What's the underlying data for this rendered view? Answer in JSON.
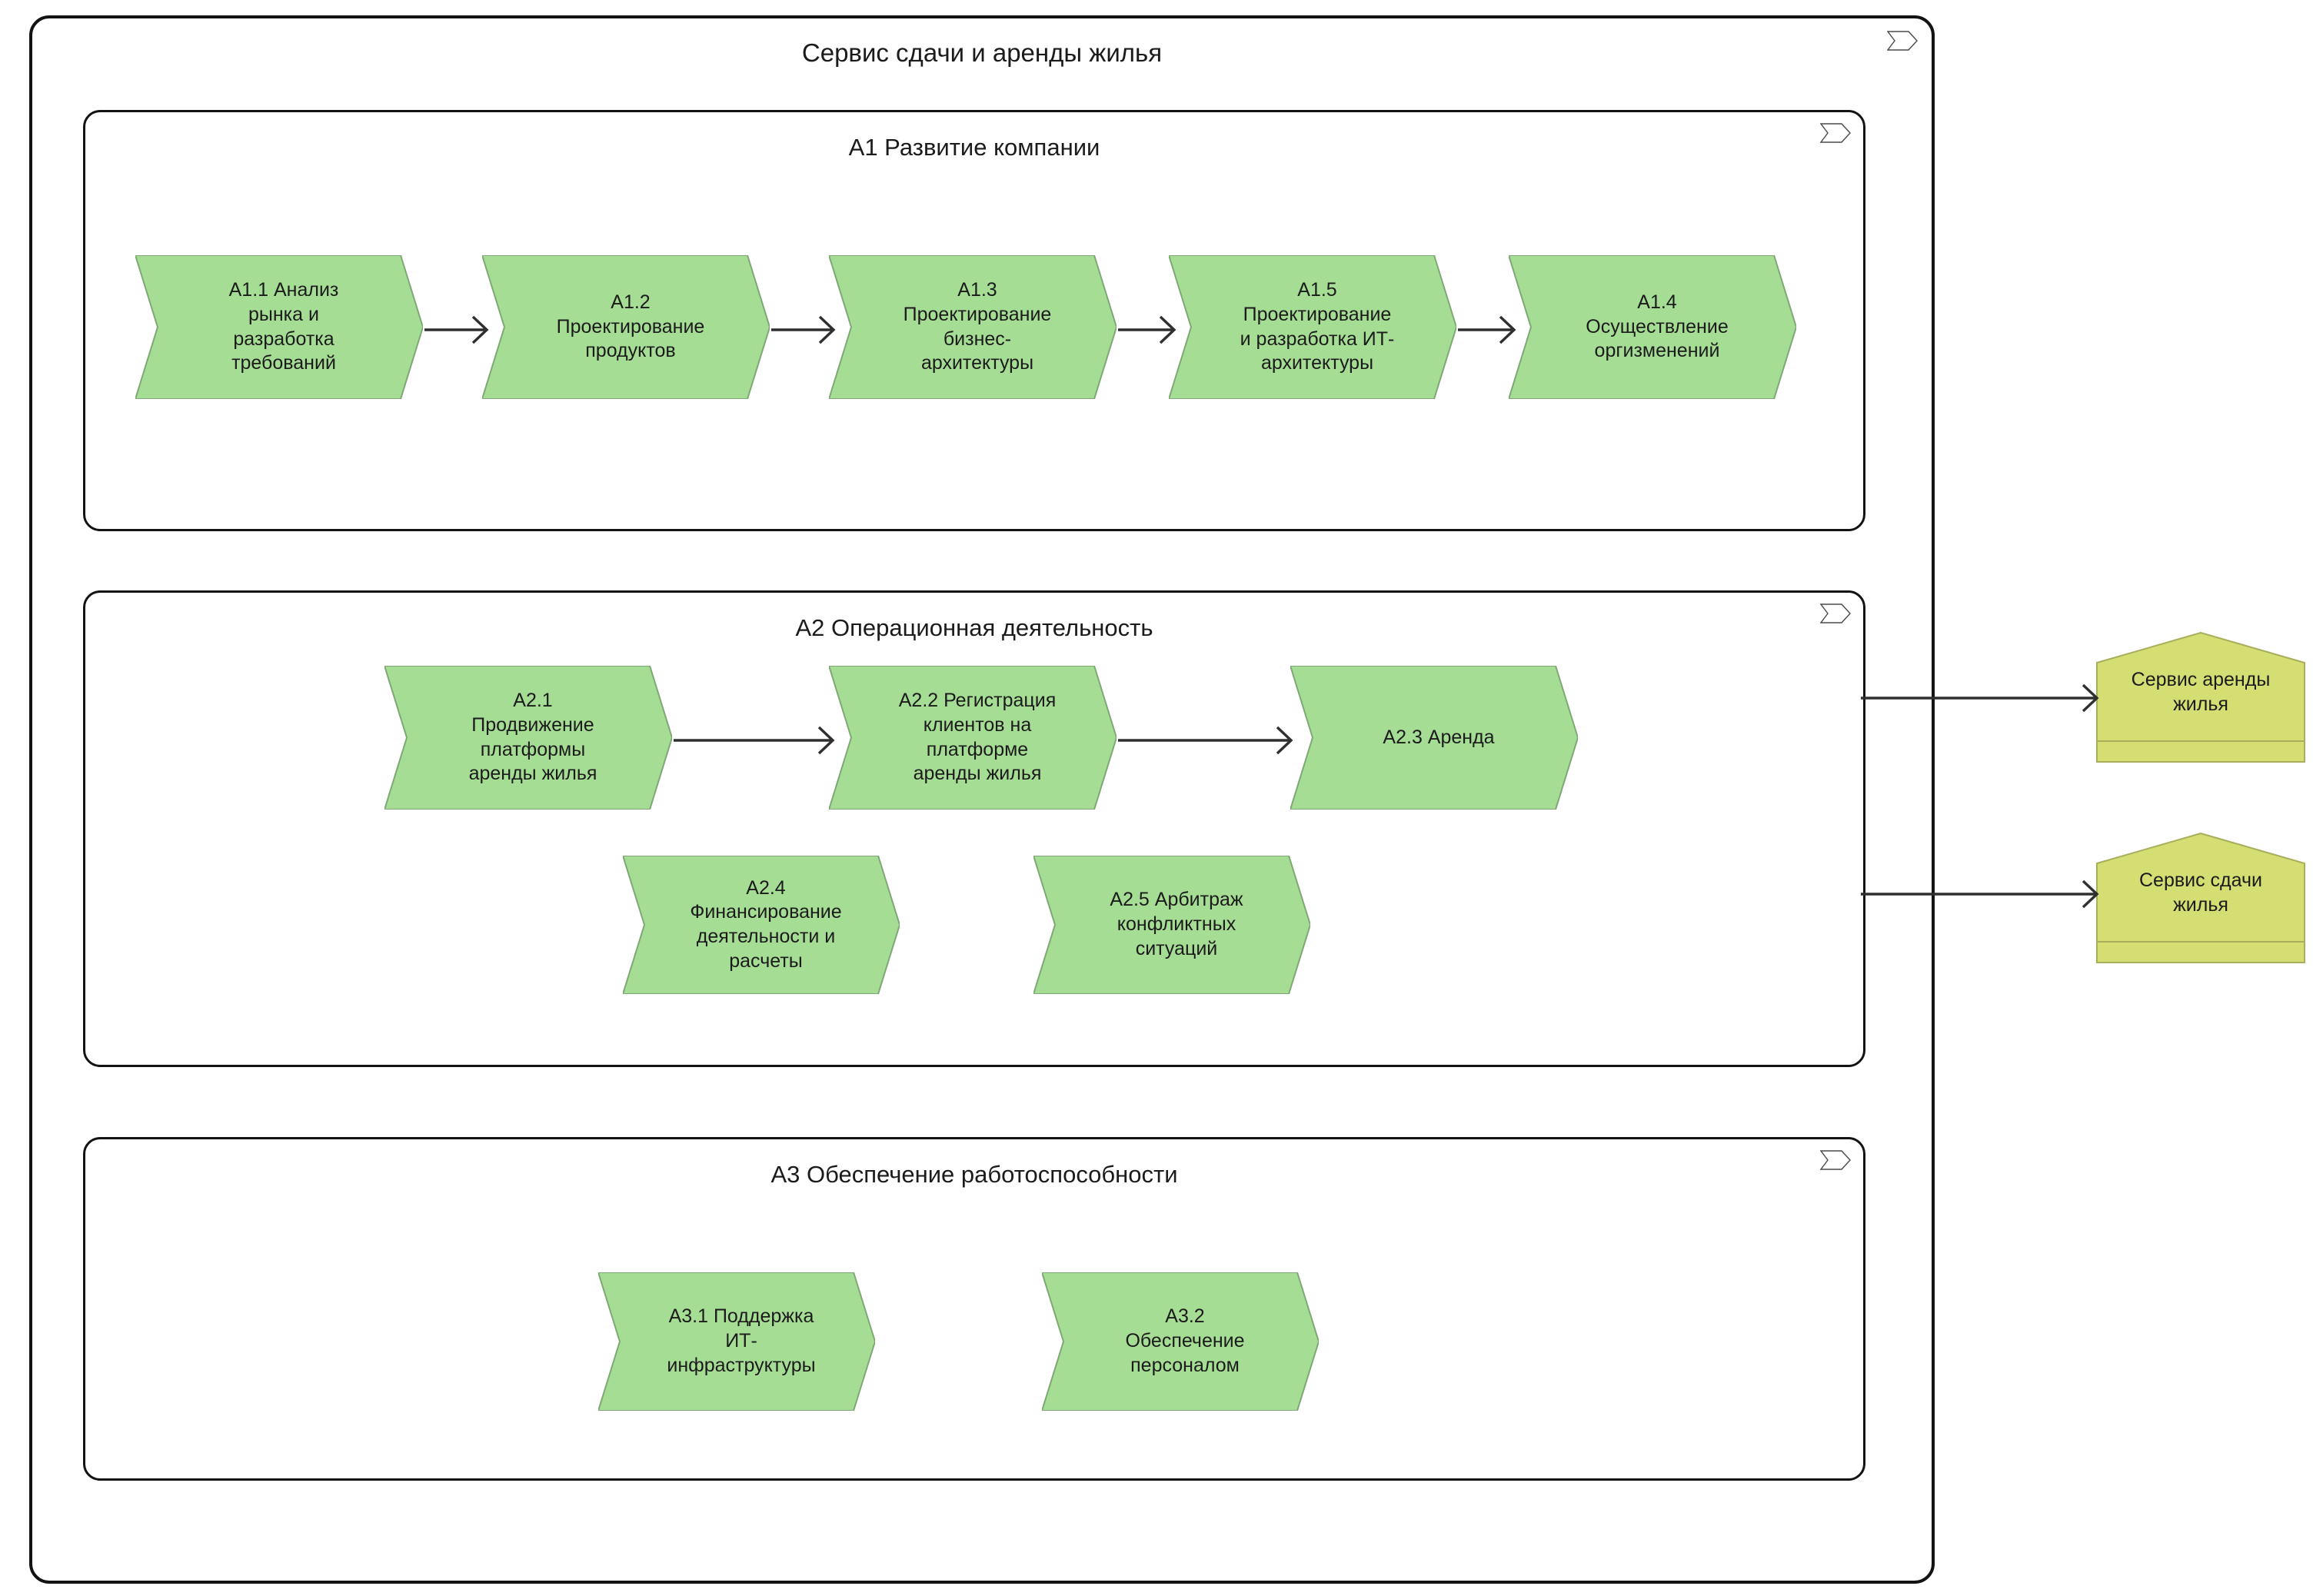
{
  "diagram": {
    "title": "Сервис сдачи и аренды жилья",
    "type": "archimate-business-process-decomposition",
    "colors": {
      "process_fill": "#A6DD94",
      "process_stroke": "#7FA876",
      "service_fill": "#D5DE72",
      "service_stroke": "#A8AE5B",
      "group_stroke": "#131313",
      "connector": "#2F2F2F",
      "background": "#FFFFFF",
      "text": "#1B1B1B"
    }
  },
  "outer_group": {
    "name": "Сервис сдачи и аренды жилья",
    "icon": "business-process-chevron-icon"
  },
  "groups": [
    {
      "id": "A1",
      "title": "A1 Развитие компании",
      "icon": "business-process-chevron-icon",
      "processes": [
        {
          "id": "A1.1",
          "label": "A1.1 Анализ\nрынка и\nразработка\nтребований"
        },
        {
          "id": "A1.2",
          "label": "A1.2\nПроектирование\nпродуктов"
        },
        {
          "id": "A1.3",
          "label": "A1.3\nПроектирование\nбизнес-\nархитектуры"
        },
        {
          "id": "A1.5",
          "label": "A1.5\nПроектирование\nи разработка ИТ-\nархитектуры"
        },
        {
          "id": "A1.4",
          "label": "A1.4\nОсуществление\nоргизменений"
        }
      ]
    },
    {
      "id": "A2",
      "title": "A2 Операционная деятельность",
      "icon": "business-process-chevron-icon",
      "processes": [
        {
          "id": "A2.1",
          "label": "A2.1\nПродвижение\nплатформы\nаренды жилья"
        },
        {
          "id": "A2.2",
          "label": "A2.2 Регистрация\nклиентов на\nплатформе\nаренды жилья"
        },
        {
          "id": "A2.3",
          "label": "A2.3 Аренда"
        },
        {
          "id": "A2.4",
          "label": "A2.4\nФинансирование\nдеятельности и\nрасчеты"
        },
        {
          "id": "A2.5",
          "label": "A2.5 Арбитраж\nконфликтных\nситуаций"
        }
      ]
    },
    {
      "id": "A3",
      "title": "A3 Обеспечение работоспособности",
      "icon": "business-process-chevron-icon",
      "processes": [
        {
          "id": "A3.1",
          "label": "A3.1 Поддержка\nИТ-\nинфраструктуры"
        },
        {
          "id": "A3.2",
          "label": "A3.2\nОбеспечение\nперсоналом"
        }
      ]
    }
  ],
  "services": [
    {
      "id": "S1",
      "label": "Сервис аренды\nжилья"
    },
    {
      "id": "S2",
      "label": "Сервис сдачи\nжилья"
    }
  ],
  "connections": [
    {
      "from": "A1.1",
      "to": "A1.2",
      "style": "open-arrow"
    },
    {
      "from": "A1.2",
      "to": "A1.3",
      "style": "open-arrow"
    },
    {
      "from": "A1.3",
      "to": "A1.5",
      "style": "open-arrow"
    },
    {
      "from": "A1.5",
      "to": "A1.4",
      "style": "open-arrow"
    },
    {
      "from": "A2.1",
      "to": "A2.2",
      "style": "open-arrow"
    },
    {
      "from": "A2.2",
      "to": "A2.3",
      "style": "open-arrow"
    },
    {
      "from": "A2",
      "to": "S1",
      "style": "open-arrow"
    },
    {
      "from": "A2",
      "to": "S2",
      "style": "open-arrow"
    }
  ]
}
